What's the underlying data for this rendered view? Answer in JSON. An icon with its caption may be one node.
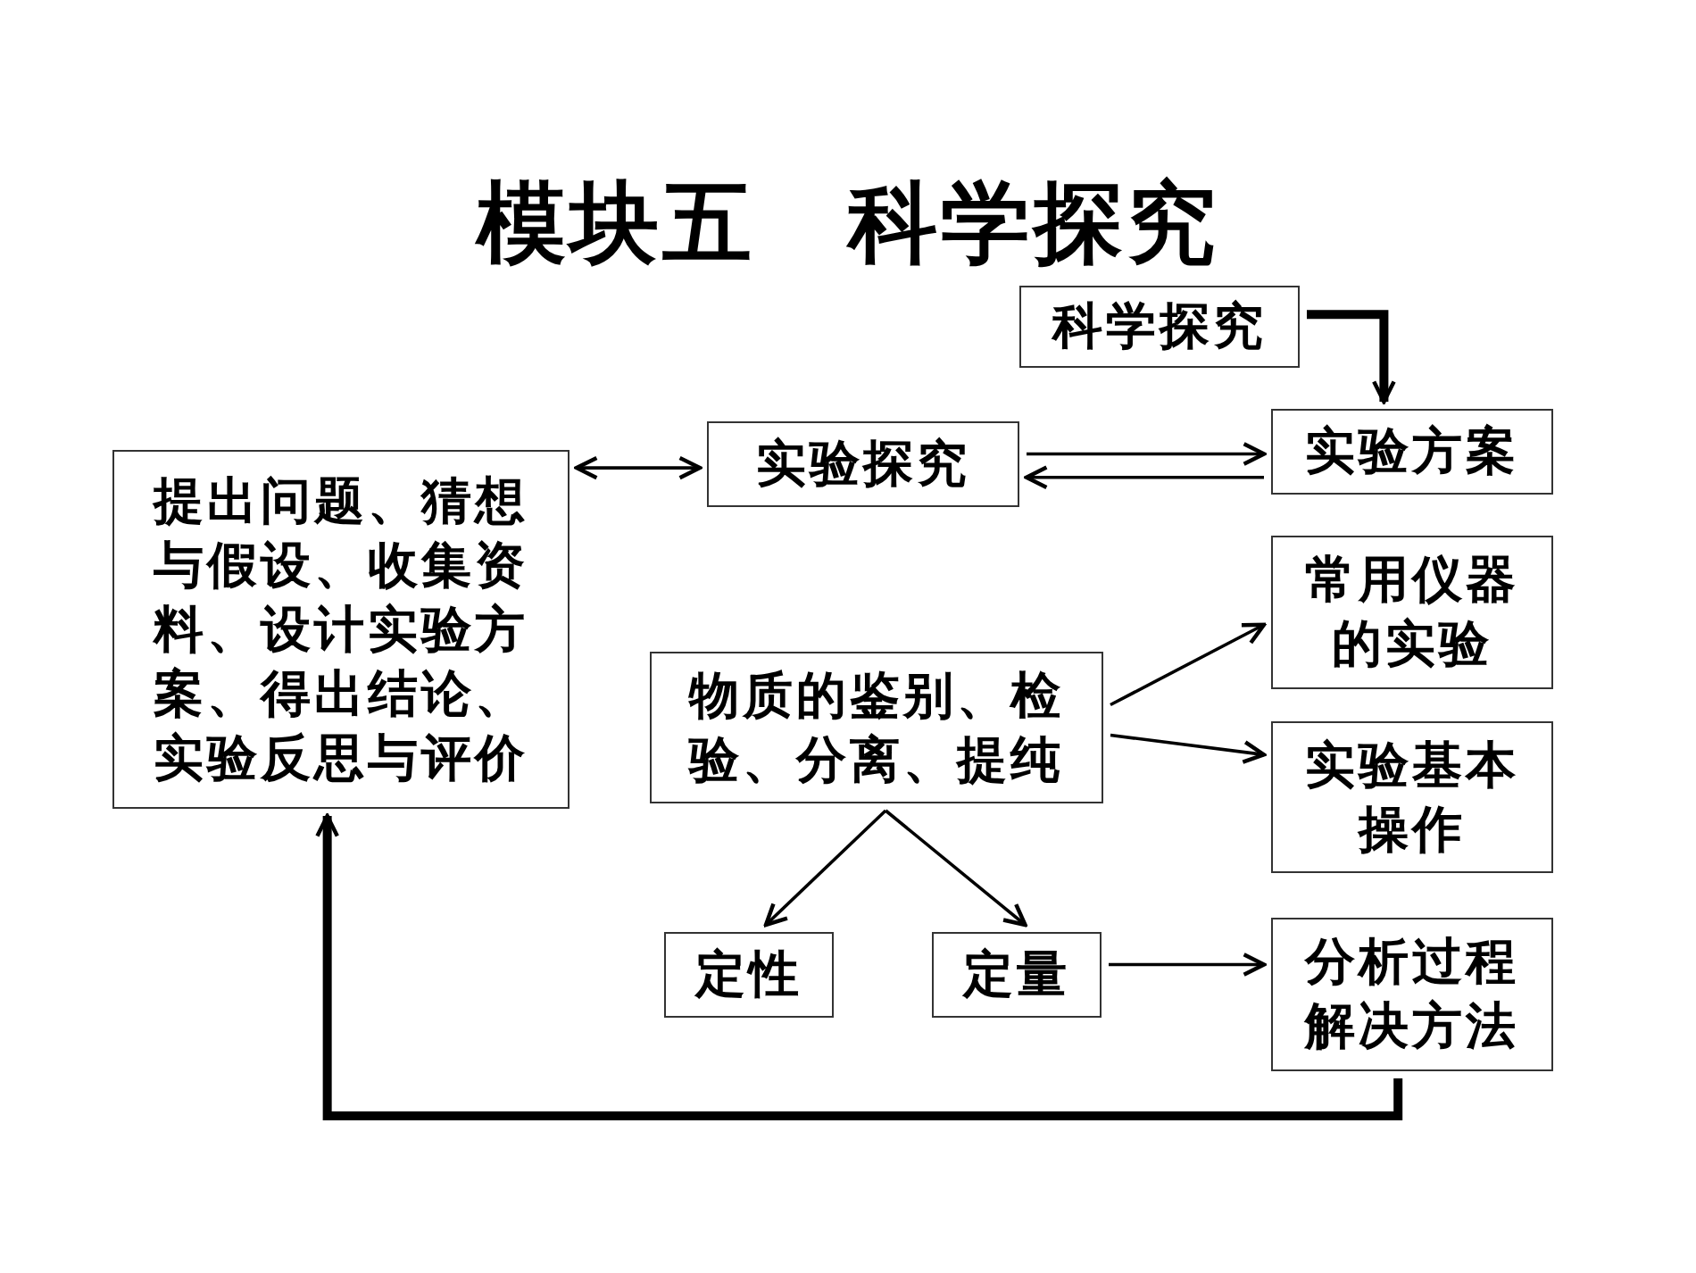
{
  "diagram": {
    "title": "模块五　科学探究",
    "nodes": [
      {
        "text": [
          "科学探究"
        ]
      },
      {
        "text": [
          "提出问题、猜想与假设、收集资料、设计实验方案、得出结论、实验反思与评价"
        ]
      },
      {
        "text": [
          "实验探究"
        ]
      },
      {
        "text": [
          "实验方案"
        ]
      },
      {
        "text": [
          "常用仪器的实验"
        ]
      },
      {
        "text": [
          "物质的鉴别、检验、分离、提纯"
        ]
      },
      {
        "text": [
          "实验基本操作"
        ]
      },
      {
        "text": [
          "定性"
        ]
      },
      {
        "text": [
          "定量"
        ]
      },
      {
        "text": [
          "分析过程解决方法"
        ]
      }
    ],
    "edges": [
      {
        "from": 0,
        "to": 3,
        "arrow": "to",
        "style": "thick"
      },
      {
        "from": 1,
        "to": 2,
        "arrow": "both"
      },
      {
        "from": 2,
        "to": 3,
        "arrow": "to"
      },
      {
        "from": 3,
        "to": 2,
        "arrow": "to"
      },
      {
        "from": 5,
        "to": 4,
        "arrow": "to"
      },
      {
        "from": 5,
        "to": 6,
        "arrow": "to"
      },
      {
        "from": 5,
        "to": 7,
        "arrow": "to"
      },
      {
        "from": 5,
        "to": 8,
        "arrow": "to"
      },
      {
        "from": 8,
        "to": 9,
        "arrow": "to"
      },
      {
        "from": 9,
        "to": 1,
        "arrow": "to",
        "style": "thick"
      }
    ]
  }
}
